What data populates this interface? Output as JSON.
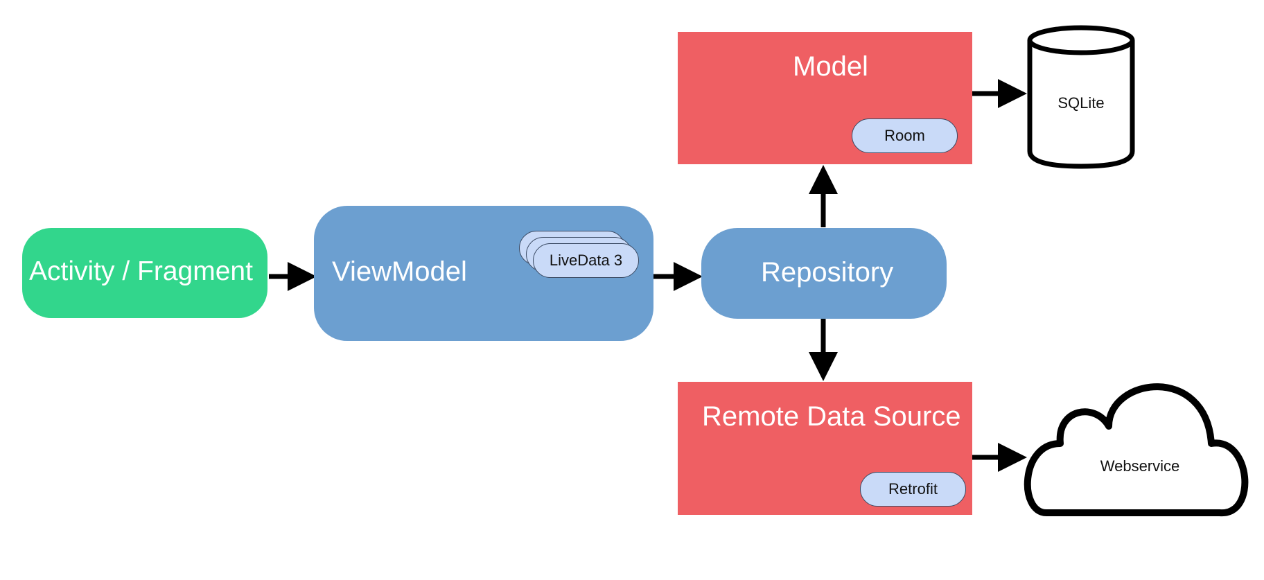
{
  "nodes": {
    "activity": {
      "label": "Activity / Fragment",
      "color": "#32d68c"
    },
    "viewmodel": {
      "label": "ViewModel",
      "color": "#6c9fd0"
    },
    "livedata": {
      "label": "LiveData 3",
      "color": "#c9daf8"
    },
    "repository": {
      "label": "Repository",
      "color": "#6c9fd0"
    },
    "model": {
      "label": "Model",
      "color": "#ef5f63"
    },
    "room": {
      "label": "Room",
      "color": "#c9daf8"
    },
    "remote": {
      "label": "Remote Data Source",
      "color": "#ef5f63"
    },
    "retrofit": {
      "label": "Retrofit",
      "color": "#c9daf8"
    },
    "sqlite": {
      "label": "SQLite"
    },
    "webservice": {
      "label": "Webservice"
    }
  },
  "edges": [
    {
      "from": "Activity / Fragment",
      "to": "ViewModel"
    },
    {
      "from": "ViewModel",
      "to": "Repository"
    },
    {
      "from": "Repository",
      "to": "Model"
    },
    {
      "from": "Repository",
      "to": "Remote Data Source"
    },
    {
      "from": "Model",
      "to": "SQLite"
    },
    {
      "from": "Remote Data Source",
      "to": "Webservice"
    }
  ]
}
